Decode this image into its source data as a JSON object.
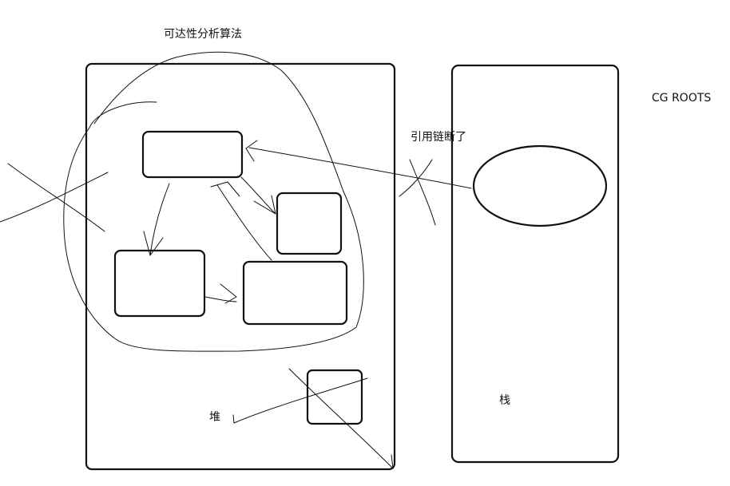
{
  "labels": {
    "title": "可达性分析算法",
    "chain_broken": "引用链断了",
    "gc_roots": "CG ROOTS",
    "heap": "堆",
    "stack": "栈"
  },
  "colors": {
    "stroke": "#111111",
    "background": "#ffffff"
  }
}
